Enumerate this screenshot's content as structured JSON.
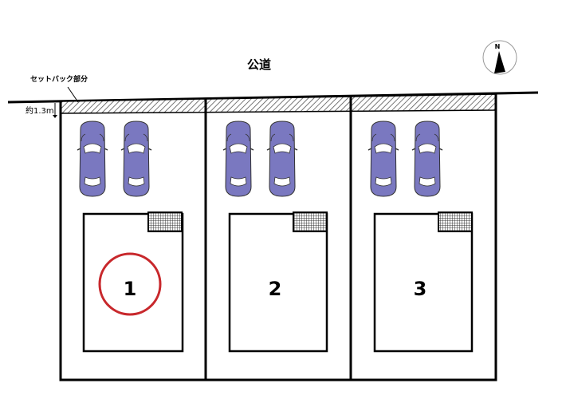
{
  "road_label": "公道",
  "setback_label": "セットバック部分",
  "setback_width": "約1.3m",
  "compass_label": "N",
  "lots": [
    {
      "number": "1",
      "highlighted": true
    },
    {
      "number": "2",
      "highlighted": false
    },
    {
      "number": "3",
      "highlighted": false
    }
  ],
  "colors": {
    "car": "#7a78c0",
    "highlight": "#c8282c",
    "line": "#000000"
  }
}
